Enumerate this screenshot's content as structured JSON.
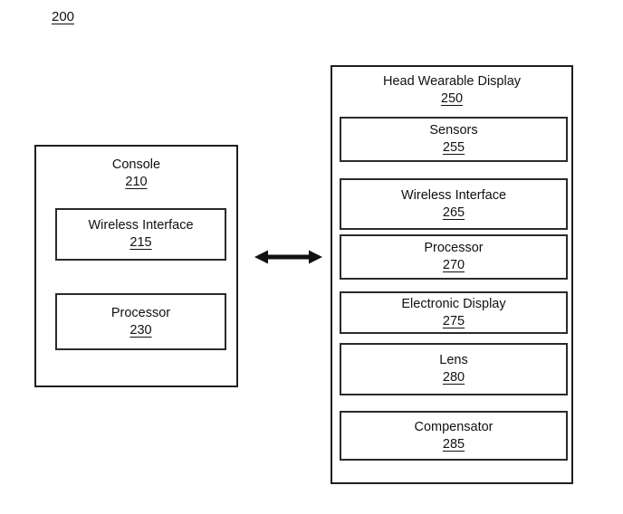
{
  "figure_label": "200",
  "colors": {
    "line": "#1f1f1f",
    "text": "#111111",
    "background": "#ffffff"
  },
  "diagram": {
    "console": {
      "title": "Console",
      "ref": "210",
      "children": [
        {
          "title": "Wireless Interface",
          "ref": "215"
        },
        {
          "title": "Processor",
          "ref": "230"
        }
      ]
    },
    "hwd": {
      "title": "Head Wearable Display",
      "ref": "250",
      "children": [
        {
          "title": "Sensors",
          "ref": "255"
        },
        {
          "title": "Wireless Interface",
          "ref": "265"
        },
        {
          "title": "Processor",
          "ref": "270"
        },
        {
          "title": "Electronic Display",
          "ref": "275"
        },
        {
          "title": "Lens",
          "ref": "280"
        },
        {
          "title": "Compensator",
          "ref": "285"
        }
      ]
    },
    "connector": {
      "type": "bidirectional-arrow"
    }
  }
}
